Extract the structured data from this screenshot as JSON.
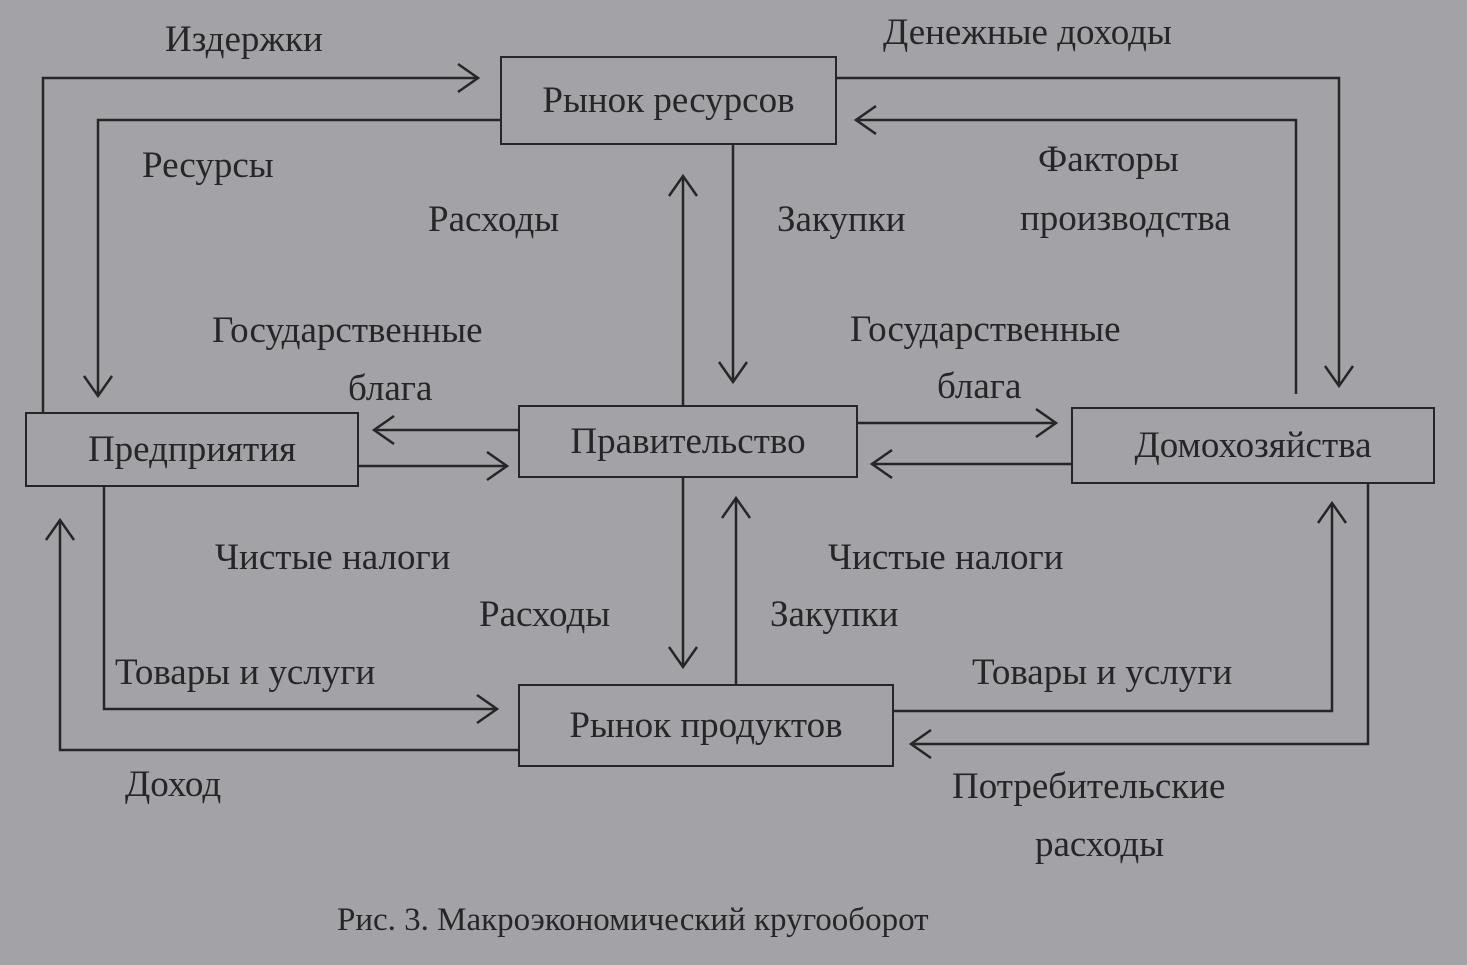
{
  "nodes": {
    "resource_market": "Рынок ресурсов",
    "firms": "Предприятия",
    "government": "Правительство",
    "households": "Домохозяйства",
    "product_market": "Рынок продуктов"
  },
  "labels": {
    "costs": "Издержки",
    "money_income": "Денежные доходы",
    "resources": "Ресурсы",
    "factors_line1": "Факторы",
    "factors_line2": "производства",
    "expenses_top": "Расходы",
    "purchases_top": "Закупки",
    "public_goods_left_line1": "Государственные",
    "public_goods_left_line2": "блага",
    "public_goods_right_line1": "Государственные",
    "public_goods_right_line2": "блага",
    "net_taxes_left": "Чистые налоги",
    "net_taxes_right": "Чистые налоги",
    "expenses_bottom": "Расходы",
    "purchases_bottom": "Закупки",
    "goods_services_left": "Товары и услуги",
    "goods_services_right": "Товары и услуги",
    "income": "Доход",
    "consumer_spending_line1": "Потребительские",
    "consumer_spending_line2": "расходы"
  },
  "caption": "Рис. 3. Макроэкономический кругооборот"
}
